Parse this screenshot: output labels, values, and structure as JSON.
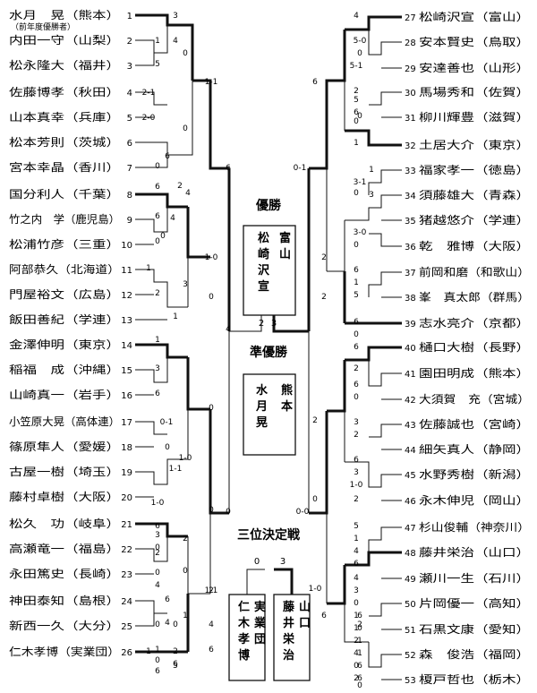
{
  "left_players": [
    {
      "no": "1",
      "name": "水月　晃（熊本）",
      "note": "（前年度優勝者）"
    },
    {
      "no": "2",
      "name": "内田一守（山梨）"
    },
    {
      "no": "3",
      "name": "松永隆大（福井）"
    },
    {
      "no": "4",
      "name": "佐藤博孝（秋田）"
    },
    {
      "no": "5",
      "name": "山本真幸（兵庫）"
    },
    {
      "no": "6",
      "name": "松本芳則（茨城）"
    },
    {
      "no": "7",
      "name": "宮本幸晶（香川）"
    },
    {
      "no": "8",
      "name": "国分利人（千葉）"
    },
    {
      "no": "9",
      "name": "竹之内　学（鹿児島）"
    },
    {
      "no": "10",
      "name": "松浦竹彦（三重）"
    },
    {
      "no": "11",
      "name": "阿部恭久（北海道）"
    },
    {
      "no": "12",
      "name": "門屋裕文（広島）"
    },
    {
      "no": "13",
      "name": "飯田善紀（学連）"
    },
    {
      "no": "14",
      "name": "金澤伸明（東京）"
    },
    {
      "no": "15",
      "name": "稲福　成（沖縄）"
    },
    {
      "no": "16",
      "name": "山崎真一（岩手）"
    },
    {
      "no": "17",
      "name": "小笠原大晃（高体連）"
    },
    {
      "no": "18",
      "name": "篠原隼人（愛媛）"
    },
    {
      "no": "19",
      "name": "古屋一樹（埼玉）"
    },
    {
      "no": "20",
      "name": "藤村卓樹（大阪）"
    },
    {
      "no": "21",
      "name": "松久　功（岐阜）"
    },
    {
      "no": "22",
      "name": "高瀬竜一（福島）"
    },
    {
      "no": "23",
      "name": "永田篤史（長崎）"
    },
    {
      "no": "24",
      "name": "神田泰知（島根）"
    },
    {
      "no": "25",
      "name": "新西一久（大分）"
    },
    {
      "no": "26",
      "name": "仁木孝博（実業団）"
    }
  ],
  "right_players": [
    {
      "no": "27",
      "name": "松崎沢宣（富山）"
    },
    {
      "no": "28",
      "name": "安本賢史（鳥取）"
    },
    {
      "no": "29",
      "name": "安達善也（山形）"
    },
    {
      "no": "30",
      "name": "馬場秀和（佐賀）"
    },
    {
      "no": "31",
      "name": "柳川輝豊（滋賀）"
    },
    {
      "no": "32",
      "name": "土居大介（東京）"
    },
    {
      "no": "33",
      "name": "福家孝一（徳島）"
    },
    {
      "no": "34",
      "name": "須藤雄大（青森）"
    },
    {
      "no": "35",
      "name": "猪越悠介（学連）"
    },
    {
      "no": "36",
      "name": "乾　雅博（大阪）"
    },
    {
      "no": "37",
      "name": "前岡和磨（和歌山）"
    },
    {
      "no": "38",
      "name": "峯　真太郎（群馬）"
    },
    {
      "no": "39",
      "name": "志水亮介（京都）"
    },
    {
      "no": "40",
      "name": "樋口大樹（長野）"
    },
    {
      "no": "41",
      "name": "園田明成（熊本）"
    },
    {
      "no": "42",
      "name": "大須賀　充（宮城）"
    },
    {
      "no": "43",
      "name": "佐藤誠也（宮崎）"
    },
    {
      "no": "44",
      "name": "細矢真人（静岡）"
    },
    {
      "no": "45",
      "name": "水野秀樹（新潟）"
    },
    {
      "no": "46",
      "name": "永木伸児（岡山）"
    },
    {
      "no": "47",
      "name": "杉山俊輔（神奈川）"
    },
    {
      "no": "48",
      "name": "藤井栄治（山口）"
    },
    {
      "no": "49",
      "name": "瀬川一生（石川）"
    },
    {
      "no": "50",
      "name": "片岡優一（高知）"
    },
    {
      "no": "51",
      "name": "石黒文康（愛知）"
    },
    {
      "no": "52",
      "name": "森　俊浩（福岡）"
    },
    {
      "no": "53",
      "name": "榎戸哲也（栃木）"
    }
  ],
  "left_scores": [
    "3",
    "1",
    "4",
    "5",
    "0",
    "2-1",
    "2-0",
    "0",
    "6",
    "0",
    "1-1",
    "6",
    "2",
    "6",
    "0",
    "1-0",
    "4",
    "0",
    "4",
    "1",
    "2",
    "3",
    "1",
    "6",
    "0",
    "1",
    "3",
    "6",
    "0",
    "0-1",
    "0",
    "1-1",
    "1-0",
    "4",
    "0",
    "1-0",
    "6",
    "0",
    "0",
    "2",
    "6",
    "0",
    "1",
    "2",
    "0",
    "6",
    "1",
    "6",
    "4",
    "0",
    "4",
    "2",
    "3",
    "4",
    "1-1",
    "0",
    "2",
    "1",
    "0",
    "5",
    "6"
  ],
  "right_scores": [
    "4",
    "5-0",
    "0",
    "5-1",
    "6",
    "0",
    "2",
    "5",
    "0",
    "1",
    "6",
    "0-1",
    "1",
    "3-1",
    "0",
    "3",
    "3-0",
    "0",
    "2",
    "6",
    "1",
    "5",
    "2",
    "6",
    "0",
    "2",
    "6",
    "2",
    "0",
    "6",
    "3",
    "2",
    "6",
    "3",
    "1-0",
    "0-0",
    "2",
    "5",
    "1",
    "4",
    "6",
    "4",
    "3",
    "0",
    "1",
    "6",
    "1",
    "2",
    "4",
    "0",
    "2",
    "0",
    "1-0",
    "6",
    "0",
    "1",
    "1",
    "6",
    "6",
    "0",
    "2"
  ],
  "center": {
    "champion_title": "優勝",
    "champion_name": "松崎沢宣",
    "champion_pref": "富山",
    "final_left": "2",
    "final_right": "3",
    "runnerup_title": "準優勝",
    "runnerup_name": "水月晃",
    "runnerup_pref": "熊本",
    "third_title": "三位決定戦",
    "third_left_score": "0",
    "third_right_score": "3",
    "third_left_name": "仁木孝博",
    "third_left_team": "実業団",
    "third_right_name": "藤井栄治",
    "third_right_pref": "山口"
  }
}
